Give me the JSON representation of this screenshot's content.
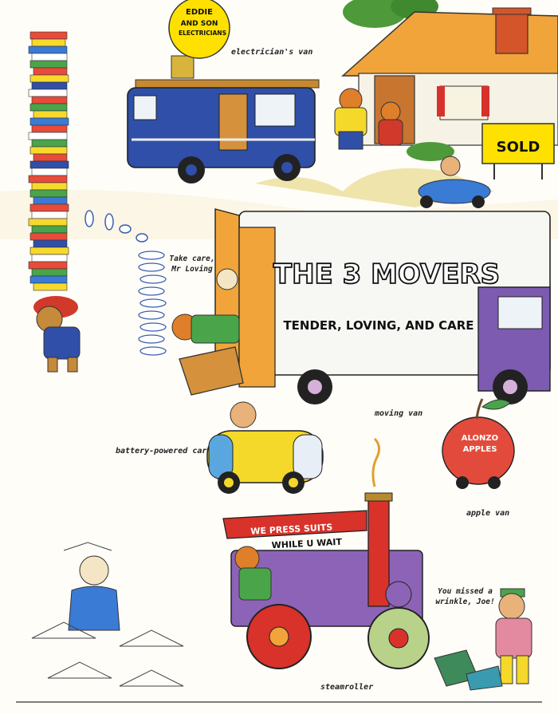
{
  "signs": {
    "bulb_line1": "EDDIE",
    "bulb_line2": "AND SON",
    "bulb_line3": "ELECTRICIANS",
    "sold": "SOLD",
    "movers_title": "THE 3 MOVERS",
    "movers_slogan": "TENDER, LOVING, AND CARE",
    "apple_line1": "ALONZO",
    "apple_line2": "APPLES",
    "steamroller_line1": "WE PRESS SUITS",
    "steamroller_line2": "WHILE U WAIT"
  },
  "labels": {
    "electrician_van": "electrician's van",
    "moving_van": "moving van",
    "battery_car": "battery-powered car",
    "apple_van": "apple van",
    "steamroller": "steamroller"
  },
  "speech": {
    "take_care_line1": "Take care,",
    "take_care_line2": "Mr Loving",
    "wrinkle_line1": "You missed a",
    "wrinkle_line2": "wrinkle, Joe!"
  },
  "colors": {
    "van_blue": "#2f4fa8",
    "sold_yellow": "#ffe100",
    "roof_orange": "#f0a43a",
    "moving_van_white": "#f7f7f4",
    "cab_purple": "#7d5bb0",
    "apple_red": "#e24b3c",
    "steamroller_purple": "#8d63b7",
    "steamroller_red": "#d8322a",
    "car_yellow": "#f4d82a"
  }
}
